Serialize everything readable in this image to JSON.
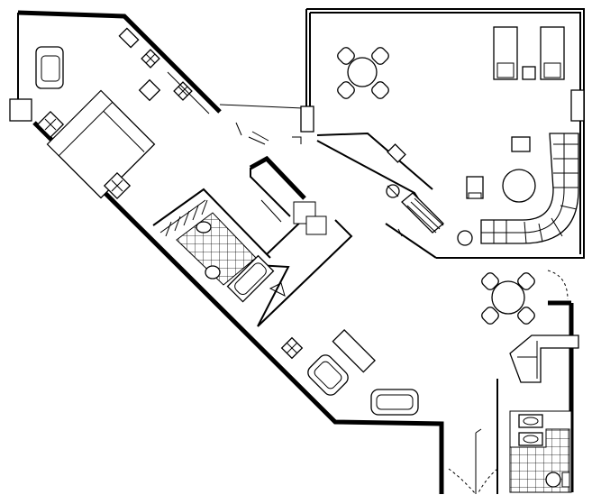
{
  "diagram": {
    "type": "floor-plan",
    "style": "black line drawing on white, no text labels",
    "colors": {
      "line": "#000000",
      "background": "#ffffff"
    },
    "rooms": [
      "bedroom",
      "bathroom",
      "hallway",
      "kitchen",
      "living-room",
      "dining-area",
      "entry",
      "powder-room"
    ],
    "furniture": [
      "bed",
      "nightstands",
      "lounge-chair",
      "round-tables",
      "chairs",
      "sectional-sofa",
      "sofa",
      "armchair",
      "chaise-lounges",
      "coffee-table",
      "bathtub",
      "toilets",
      "sinks",
      "kitchen-counter"
    ]
  }
}
